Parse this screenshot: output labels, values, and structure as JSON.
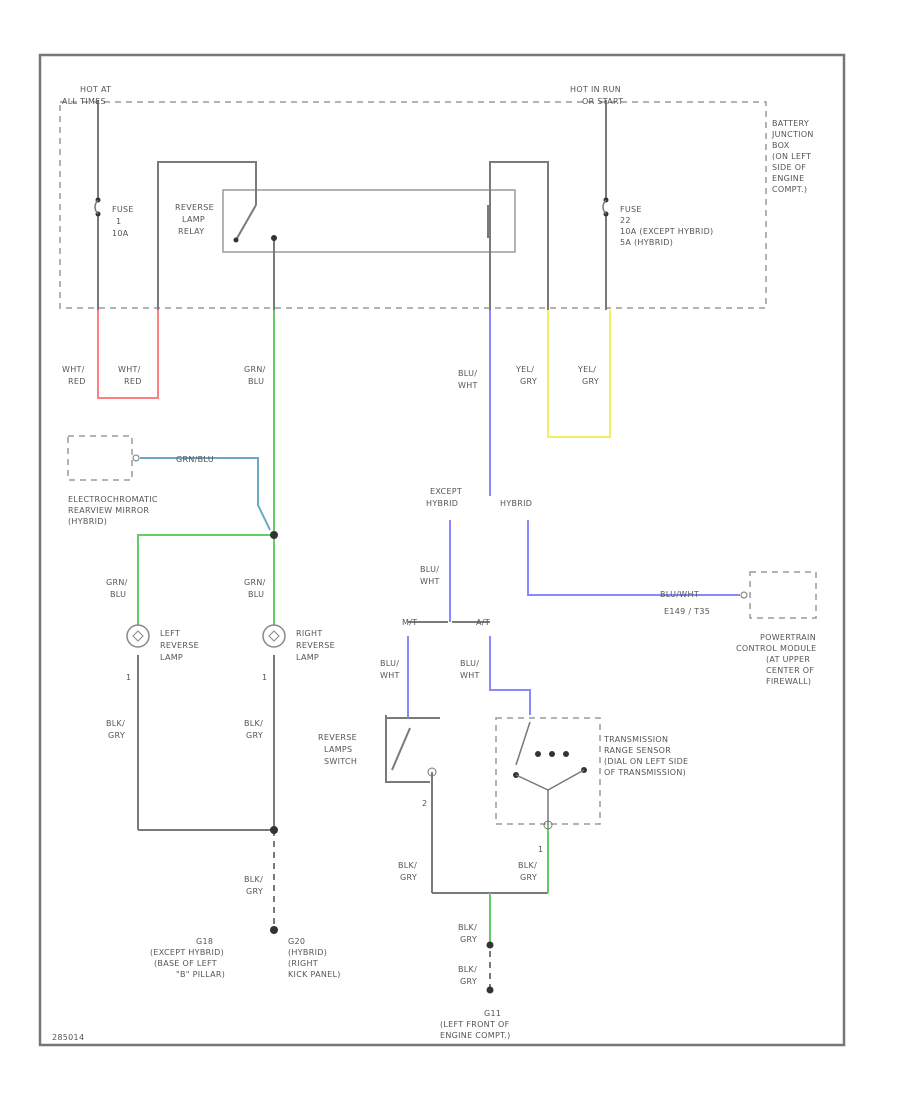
{
  "labels": {
    "hot_at_all_times": [
      "HOT AT",
      "ALL TIMES"
    ],
    "hot_in_run": [
      "HOT IN RUN",
      "OR START"
    ],
    "battery_junction_box": [
      "BATTERY",
      "JUNCTION",
      "BOX",
      "(ON LEFT",
      "SIDE OF",
      "ENGINE",
      "COMPT.)"
    ],
    "fuse1": [
      "FUSE",
      "1",
      "10A"
    ],
    "fuse2": [
      "FUSE",
      "22",
      "10A (EXCEPT HYBRID)",
      "5A (HYBRID)"
    ],
    "reverse_relay": [
      "REVERSE",
      "LAMP",
      "RELAY"
    ],
    "wht_red_1": [
      "WHT/",
      "RED"
    ],
    "wht_red_2": [
      "WHT/",
      "RED"
    ],
    "grn_blu_top": [
      "GRN/",
      "BLU"
    ],
    "blu_wht_top": [
      "BLU/",
      "WHT"
    ],
    "yel_gry_1": [
      "YEL/",
      "GRY"
    ],
    "yel_gry_2": [
      "YEL/",
      "GRY"
    ],
    "grn_blu_mirror": "GRN/BLU",
    "mirror": [
      "ELECTROCHROMATIC",
      "REARVIEW MIRROR",
      "(HYBRID)"
    ],
    "except_hybrid": [
      "EXCEPT",
      "HYBRID"
    ],
    "hybrid": "HYBRID",
    "blu_wht_mid": [
      "BLU/",
      "WHT"
    ],
    "blu_wht_pcm": "BLU/WHT",
    "pcm_pin": "E149 / T35",
    "pcm": [
      "POWERTRAIN",
      "CONTROL MODULE",
      "(AT UPPER",
      "CENTER OF",
      "FIREWALL)"
    ],
    "m_t": "M/T",
    "a_t": "A/T",
    "grn_blu_left": [
      "GRN/",
      "BLU"
    ],
    "grn_blu_right": [
      "GRN/",
      "BLU"
    ],
    "left_lamp": [
      "LEFT",
      "REVERSE",
      "LAMP"
    ],
    "right_lamp": [
      "RIGHT",
      "REVERSE",
      "LAMP"
    ],
    "blk_gry_left": [
      "BLK/",
      "GRY"
    ],
    "blk_gry_right": [
      "BLK/",
      "GRY"
    ],
    "blu_wht_mt": [
      "BLU/",
      "WHT"
    ],
    "blu_wht_at": [
      "BLU/",
      "WHT"
    ],
    "reverse_switch": [
      "REVERSE",
      "LAMPS",
      "SWITCH"
    ],
    "trans_range_sensor": [
      "TRANSMISSION",
      "RANGE SENSOR",
      "(DIAL ON LEFT SIDE",
      "OF TRANSMISSION)"
    ],
    "blk_gry_gnd1": [
      "BLK/",
      "GRY"
    ],
    "blk_gry_sw": [
      "BLK/",
      "GRY"
    ],
    "blk_gry_tr": [
      "BLK/",
      "GRY"
    ],
    "blk_gry_g1": [
      "BLK/",
      "GRY"
    ],
    "blk_gry_g2": [
      "BLK/",
      "GRY"
    ],
    "g_left": [
      "G18",
      "(EXCEPT HYBRID)",
      "(BASE OF LEFT",
      "\"B\" PILLAR)"
    ],
    "g_right": [
      "G20",
      "(HYBRID)",
      "(RIGHT",
      "KICK PANEL)"
    ],
    "g_bottom": [
      "G11",
      "(LEFT FRONT OF",
      "ENGINE COMPT.)"
    ],
    "pin_1a": "1",
    "pin_1b": "1",
    "pin_2": "2",
    "pin_1c": "1",
    "diagram_id": "285014"
  },
  "colors": {
    "wire_gray": "#7a7a7a",
    "wire_red": "#ff8080",
    "wire_green": "#66cc66",
    "wire_blue": "#8888ff",
    "wire_yellow": "#f0f060",
    "wire_teal": "#6aa8c8"
  }
}
